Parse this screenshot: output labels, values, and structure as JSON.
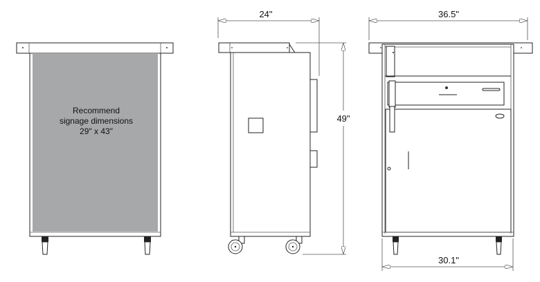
{
  "front_view": {
    "signage_line1": "Recommend",
    "signage_line2": "signage dimensions",
    "signage_line3": "29\" x 43\"",
    "panel_color": "#a7a8aa"
  },
  "side_view": {
    "depth_label": "24\"",
    "height_label": "49\""
  },
  "rear_view": {
    "top_width_label": "36.5\"",
    "base_width_label": "30.1\""
  }
}
